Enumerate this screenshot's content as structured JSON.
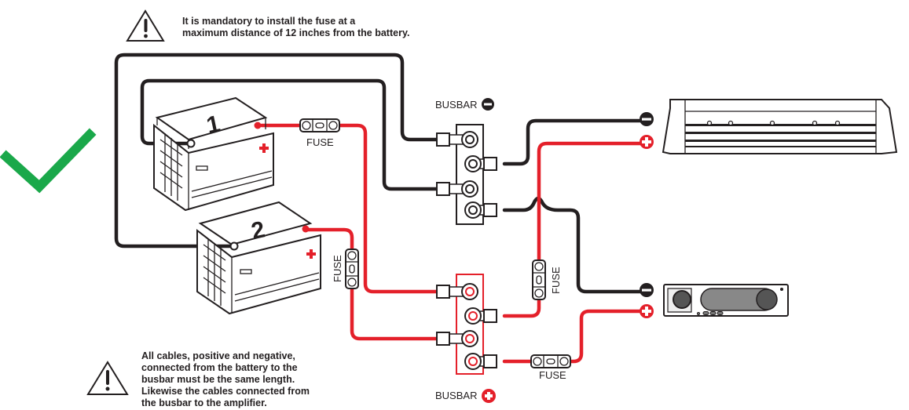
{
  "notes": {
    "top_warning": "It is mandatory to install the fuse at a maximum distance of 12 inches from the battery.",
    "top_warning_lines": [
      "It is mandatory to install the fuse at a",
      "maximum distance of 12 inches from the battery."
    ],
    "bottom_warning_lines": [
      "All cables, positive and negative,",
      "connected from the battery to the",
      "busbar must be the same length.",
      "Likewise the cables connected from",
      "the busbar to the amplifier."
    ]
  },
  "batteries": [
    {
      "number": "1",
      "label": "battery-1"
    },
    {
      "number": "2",
      "label": "battery-2"
    }
  ],
  "labels": {
    "fuse": "FUSE",
    "busbar_negative": "BUSBAR",
    "busbar_positive": "BUSBAR"
  },
  "icons": {
    "warning": "warning-triangle-icon",
    "checkmark": "checkmark-icon",
    "negative": "minus-circle-icon",
    "positive": "plus-circle-icon"
  },
  "colors": {
    "positive_wire": "#e4202a",
    "negative_wire": "#231f20",
    "checkmark": "#1aa84a"
  }
}
